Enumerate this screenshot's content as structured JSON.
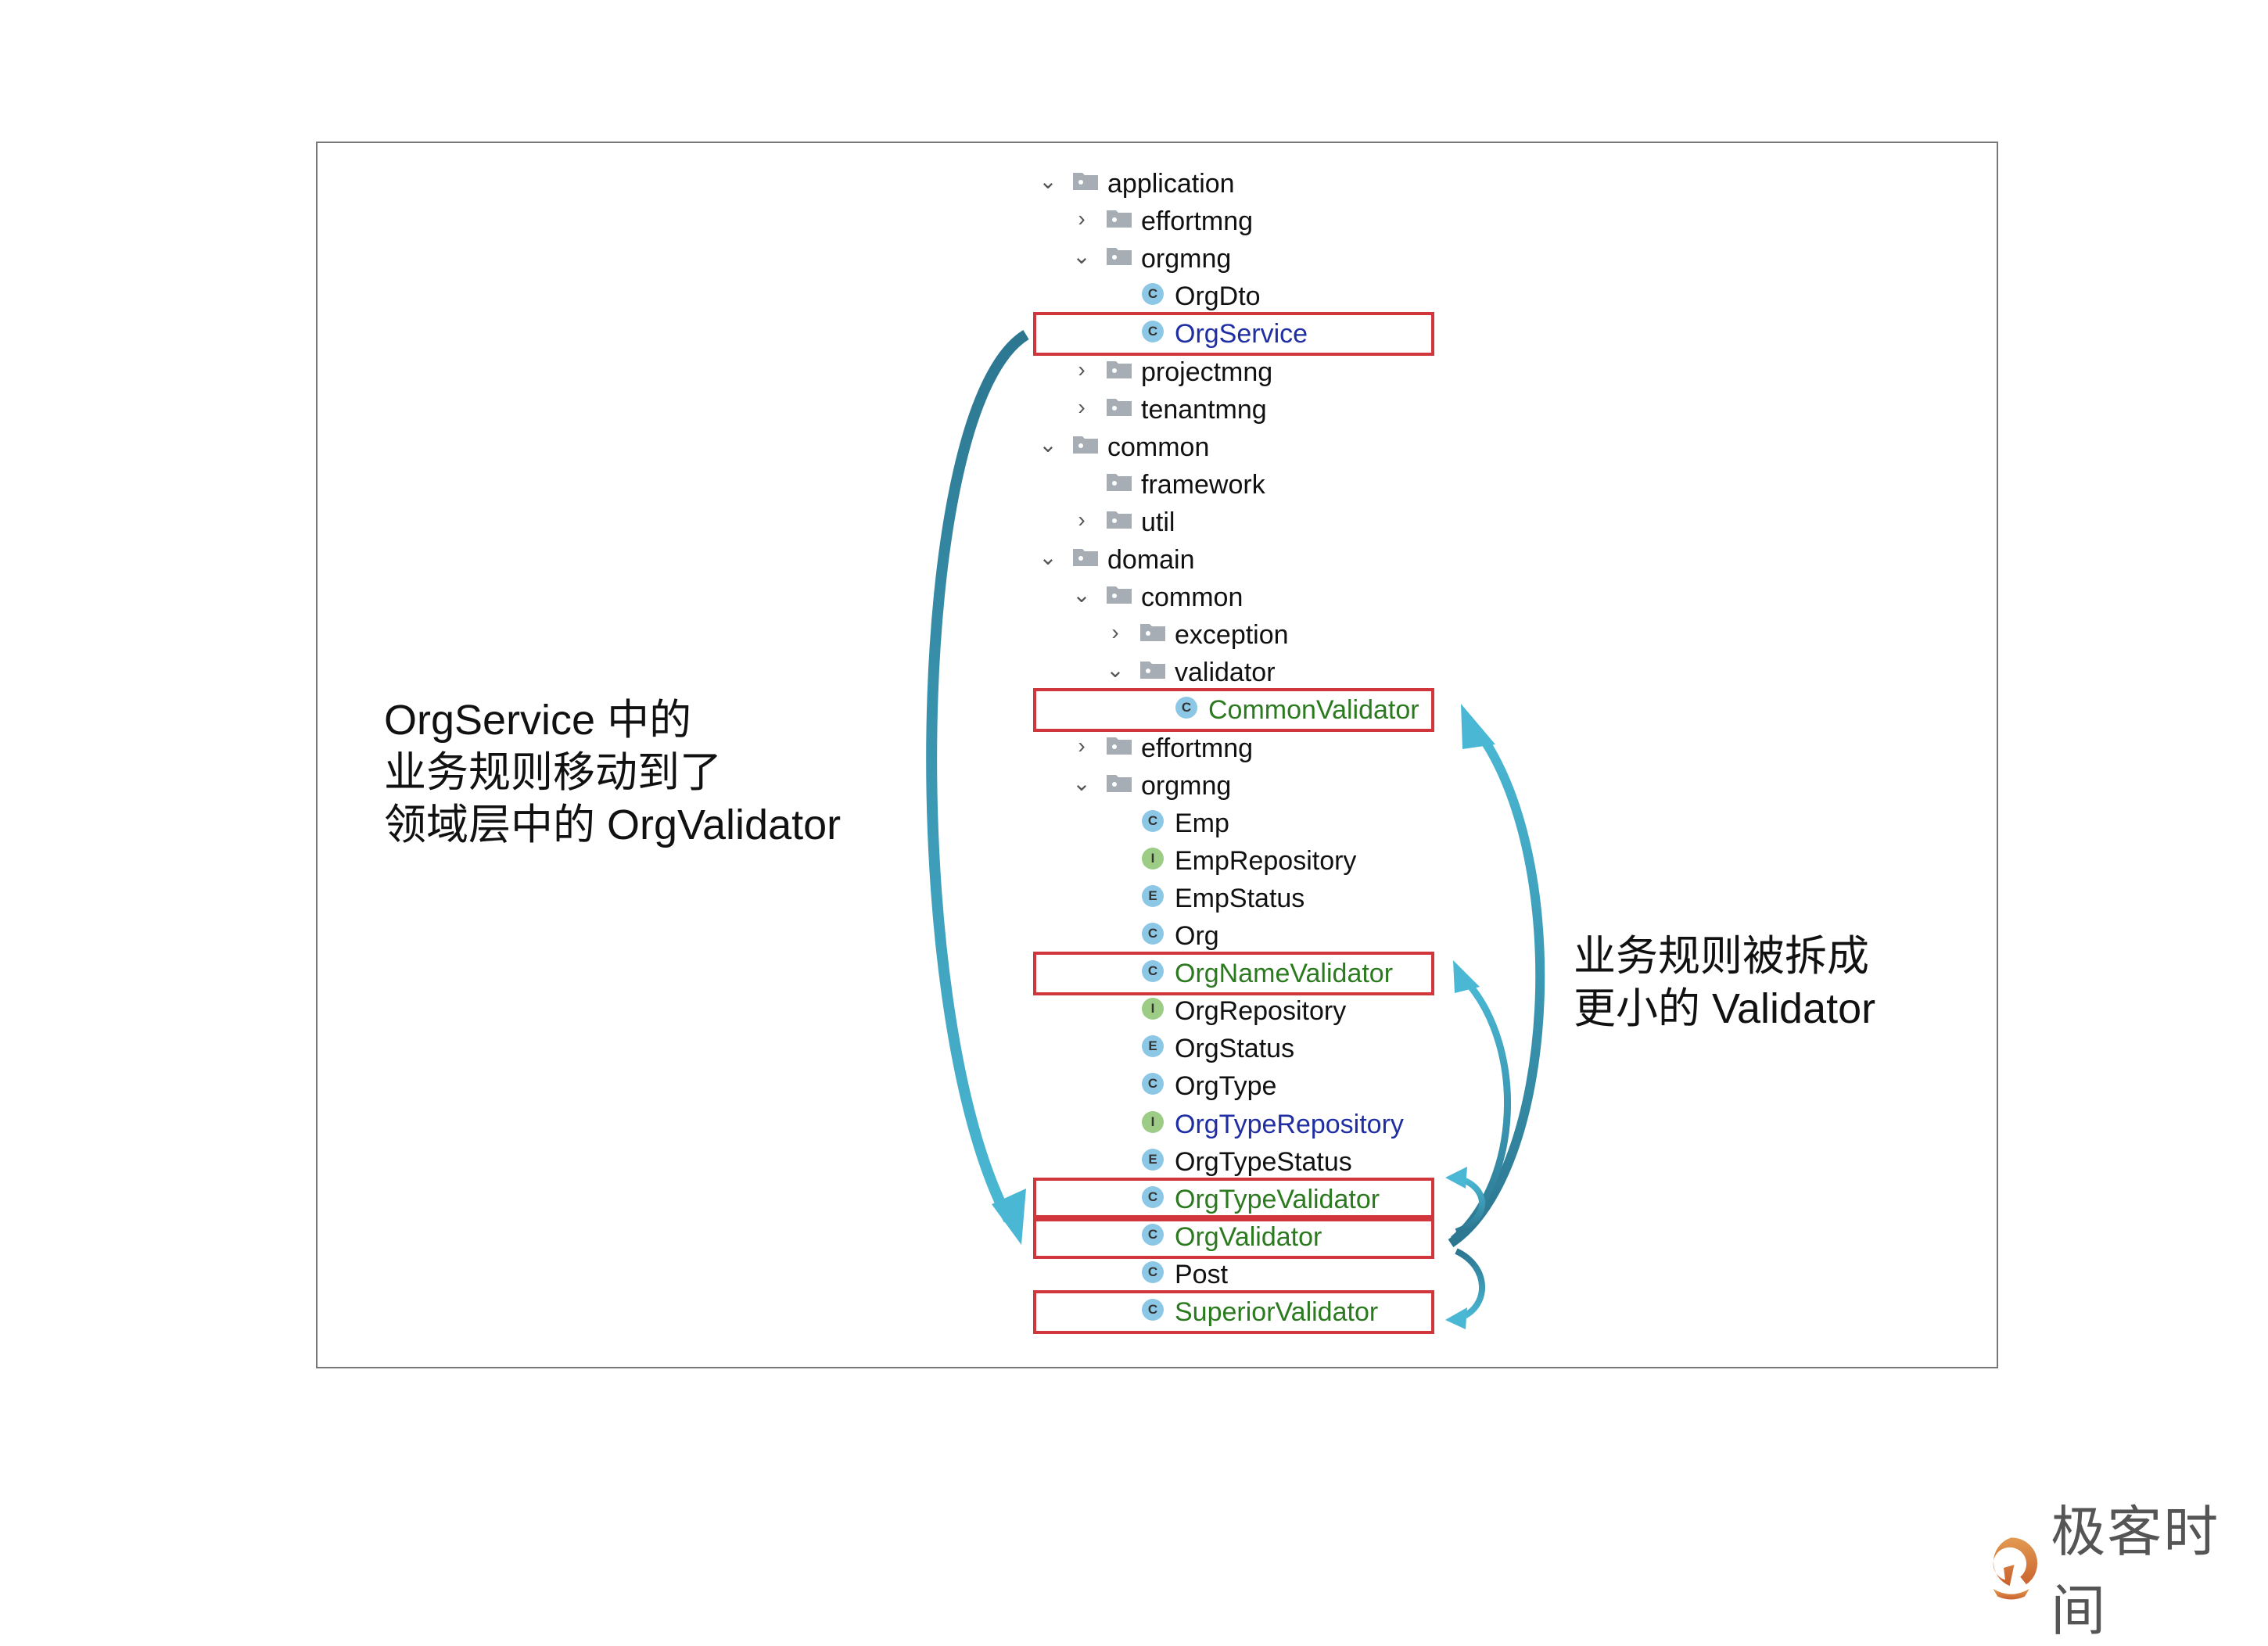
{
  "tree": [
    {
      "label": "application",
      "level": 0,
      "kind": "folder",
      "chevron": "down"
    },
    {
      "label": "effortmng",
      "level": 1,
      "kind": "folder",
      "chevron": "right"
    },
    {
      "label": "orgmng",
      "level": 1,
      "kind": "folder",
      "chevron": "down"
    },
    {
      "label": "OrgDto",
      "level": 2,
      "kind": "C"
    },
    {
      "label": "OrgService",
      "level": 2,
      "kind": "C",
      "color": "blue",
      "highlighted": true
    },
    {
      "label": "projectmng",
      "level": 1,
      "kind": "folder",
      "chevron": "right"
    },
    {
      "label": "tenantmng",
      "level": 1,
      "kind": "folder",
      "chevron": "right"
    },
    {
      "label": "common",
      "level": 0,
      "kind": "folder",
      "chevron": "down"
    },
    {
      "label": "framework",
      "level": 1,
      "kind": "folder"
    },
    {
      "label": "util",
      "level": 1,
      "kind": "folder",
      "chevron": "right"
    },
    {
      "label": "domain",
      "level": 0,
      "kind": "folder",
      "chevron": "down"
    },
    {
      "label": "common",
      "level": 1,
      "kind": "folder",
      "chevron": "down"
    },
    {
      "label": "exception",
      "level": 2,
      "kind": "folder",
      "chevron": "right"
    },
    {
      "label": "validator",
      "level": 2,
      "kind": "folder",
      "chevron": "down"
    },
    {
      "label": "CommonValidator",
      "level": 3,
      "kind": "C",
      "color": "green",
      "highlighted": true
    },
    {
      "label": "effortmng",
      "level": 1,
      "kind": "folder",
      "chevron": "right"
    },
    {
      "label": "orgmng",
      "level": 1,
      "kind": "folder",
      "chevron": "down"
    },
    {
      "label": "Emp",
      "level": 2,
      "kind": "C"
    },
    {
      "label": "EmpRepository",
      "level": 2,
      "kind": "I"
    },
    {
      "label": "EmpStatus",
      "level": 2,
      "kind": "E"
    },
    {
      "label": "Org",
      "level": 2,
      "kind": "C"
    },
    {
      "label": "OrgNameValidator",
      "level": 2,
      "kind": "C",
      "color": "green",
      "highlighted": true
    },
    {
      "label": "OrgRepository",
      "level": 2,
      "kind": "I"
    },
    {
      "label": "OrgStatus",
      "level": 2,
      "kind": "E"
    },
    {
      "label": "OrgType",
      "level": 2,
      "kind": "C"
    },
    {
      "label": "OrgTypeRepository",
      "level": 2,
      "kind": "I",
      "color": "blue"
    },
    {
      "label": "OrgTypeStatus",
      "level": 2,
      "kind": "E"
    },
    {
      "label": "OrgTypeValidator",
      "level": 2,
      "kind": "C",
      "color": "green",
      "highlighted": true
    },
    {
      "label": "OrgValidator",
      "level": 2,
      "kind": "C",
      "color": "green",
      "highlighted": true
    },
    {
      "label": "Post",
      "level": 2,
      "kind": "C"
    },
    {
      "label": "SuperiorValidator",
      "level": 2,
      "kind": "C",
      "color": "green",
      "highlighted": true
    }
  ],
  "notes": {
    "left": "OrgService 中的\n业务规则移动到了\n领域层中的 OrgValidator",
    "right": "业务规则被拆成\n更小的 Validator"
  },
  "logo": {
    "text": "极客时间"
  },
  "colors": {
    "blue": "#1f2fa3",
    "green": "#2c7a1f",
    "highlight": "#d0363c",
    "arrow": "#3aa6c4",
    "class_icon": "#8cc8e6",
    "interface_icon": "#9ccc85",
    "folder": "#a7adb4"
  }
}
